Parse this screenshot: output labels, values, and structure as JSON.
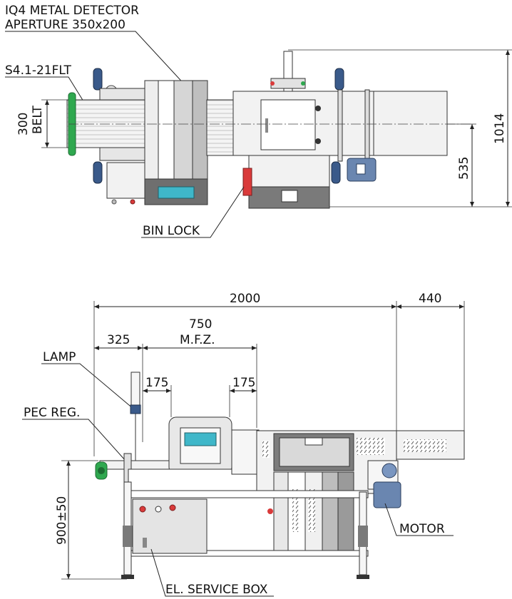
{
  "top_view": {
    "detector_label_line1": "IQ4 METAL DETECTOR",
    "detector_label_line2": "APERTURE 350x200",
    "belt_type": "S4.1-21FLT",
    "belt_width_value": "300",
    "belt_width_label": "BELT",
    "bin_lock_label": "BIN LOCK",
    "dim_total_height": "1014",
    "dim_bin_offset": "535"
  },
  "side_view": {
    "dim_length": "2000",
    "dim_extension": "440",
    "dim_offset_left": "325",
    "dim_mfz_value": "750",
    "dim_mfz_label": "M.F.Z.",
    "dim_gap_left": "175",
    "dim_gap_right": "175",
    "lamp_label": "LAMP",
    "pec_label": "PEC REG.",
    "height_dim": "900±50",
    "motor_label": "MOTOR",
    "service_box_label": "EL. SERVICE BOX"
  },
  "colors": {
    "line": "#222222",
    "frame_grey": "#d9d9d9",
    "dark_grey": "#6f6f6f",
    "light_fill": "#f2f2f2",
    "screen_teal": "#3fb7c9",
    "bin_lock_red": "#d93a3a",
    "belt_end_green": "#2fa84f",
    "wheel_blue": "#3a5a8a"
  }
}
